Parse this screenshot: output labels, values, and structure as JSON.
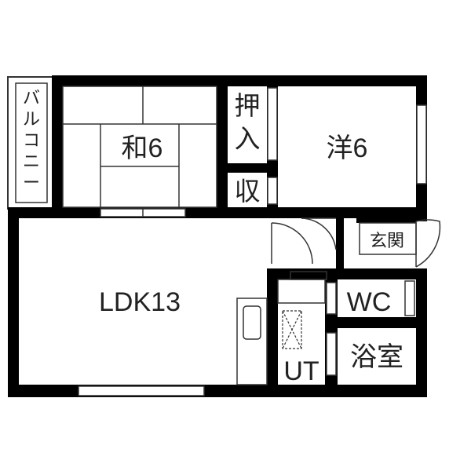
{
  "floor_plan": {
    "rooms": {
      "balcony": "バルコニー",
      "washitsu": "和6",
      "oshiire": "押入",
      "shu": "収",
      "youshitsu": "洋6",
      "genkan": "玄関",
      "ldk": "LDK13",
      "wc": "WC",
      "yokushitsu": "浴室",
      "ut": "UT"
    },
    "colors": {
      "wall": "#000000",
      "fixture_line": "#333333",
      "label": "#222222",
      "background": "#ffffff"
    }
  }
}
